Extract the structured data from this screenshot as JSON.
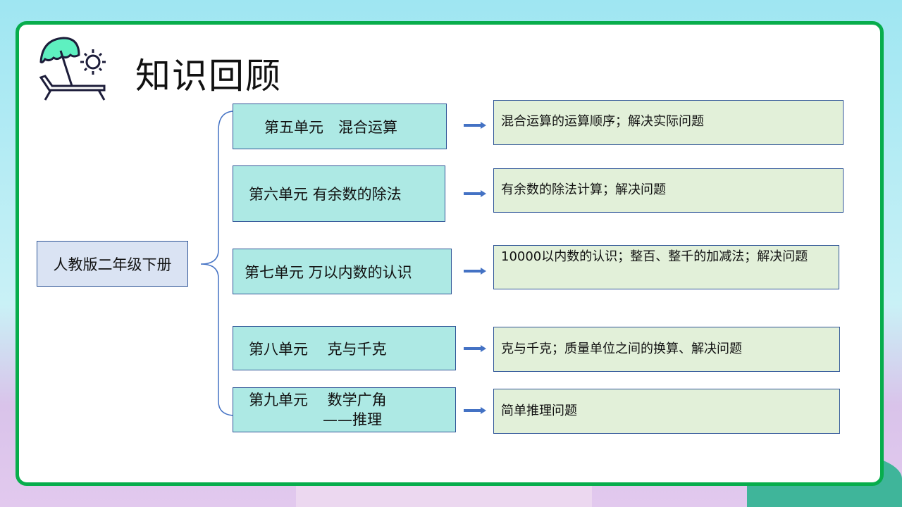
{
  "title": "知识回顾",
  "root": "人教版二年级下册",
  "units": [
    {
      "label": "第五单元　混合运算",
      "desc": "混合运算的运算顺序；解决实际问题"
    },
    {
      "label": "第六单元 有余数的除法",
      "desc": "有余数的除法计算；解决问题"
    },
    {
      "label": "第七单元 万以内数的认识",
      "desc": "10000以内数的认识；整百、整千的加减法；解决问题"
    },
    {
      "label": "第八单元　 克与千克",
      "desc": "克与千克；质量单位之间的换算、解决问题"
    },
    {
      "label": "第九单元　 数学广角\n　　　　　——推理",
      "desc": "简单推理问题"
    }
  ],
  "colors": {
    "border": "#07ad4c",
    "unit_fill": "#ade9e4",
    "desc_fill": "#e2f0d9",
    "root_fill": "#dae3f3",
    "arrow": "#4472c4"
  }
}
